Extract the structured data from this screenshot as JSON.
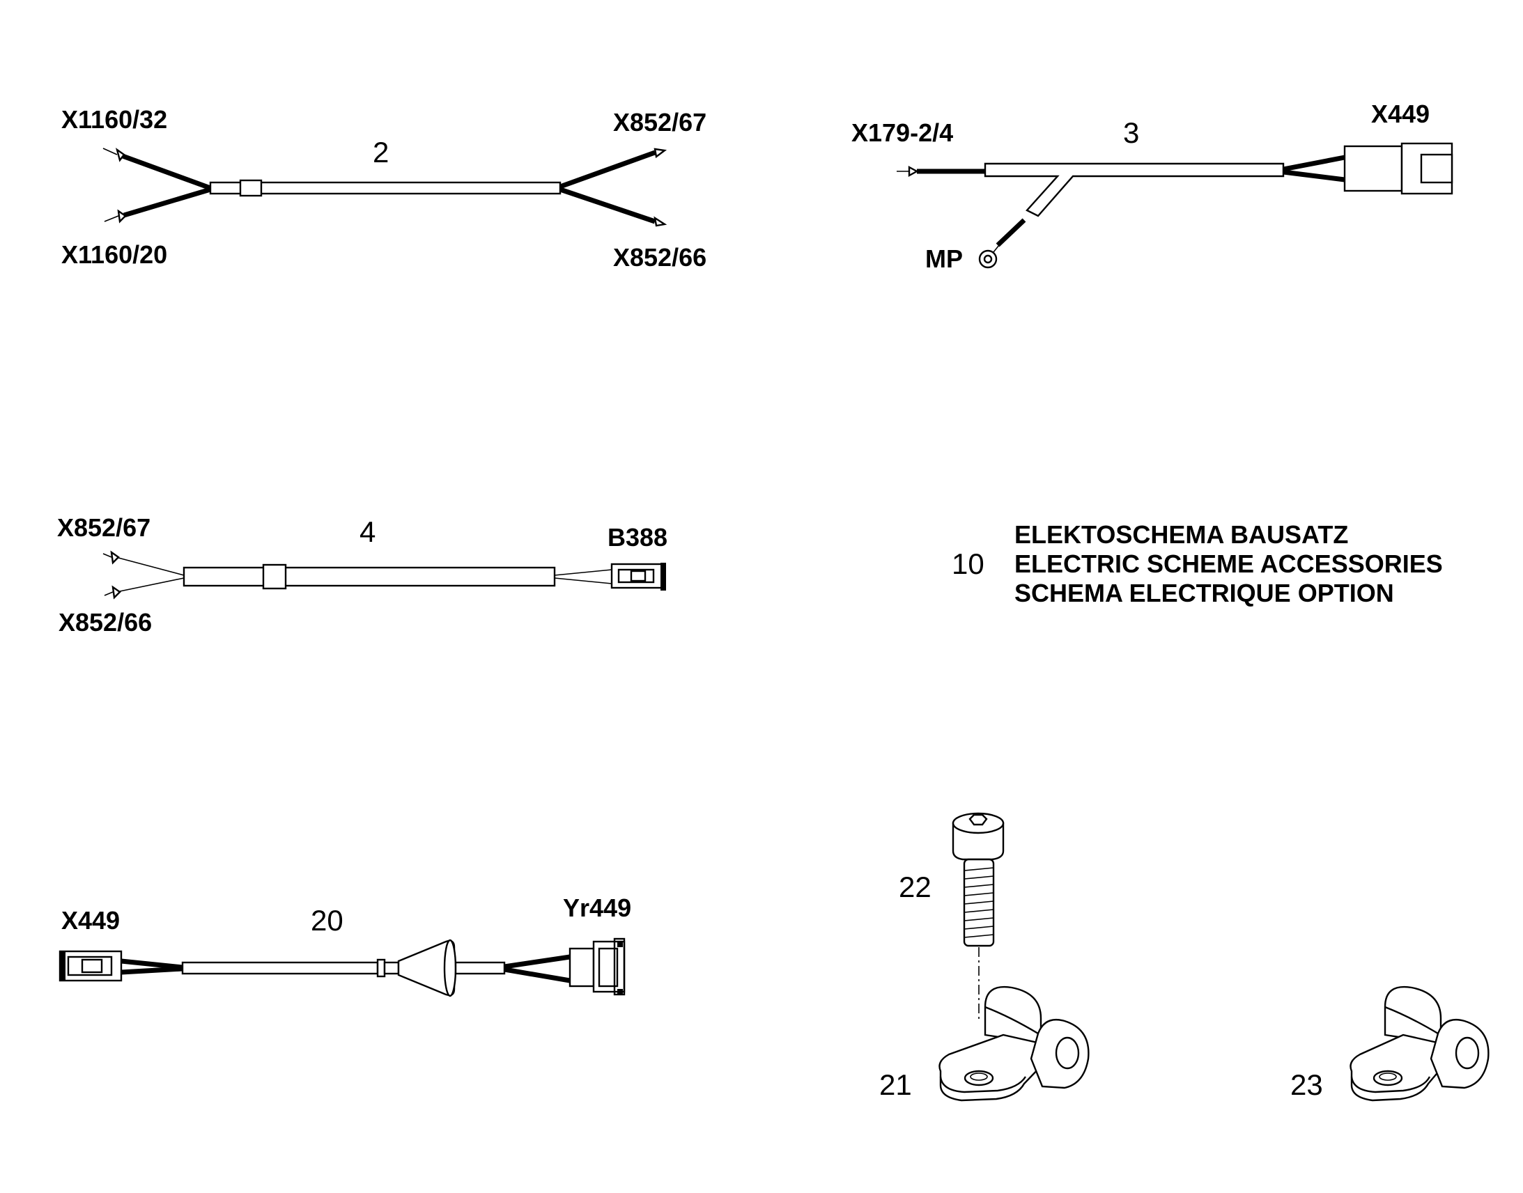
{
  "cables": {
    "cable_2": {
      "number": "2",
      "left_top": "X1160/32",
      "left_bottom": "X1160/20",
      "right_top": "X852/67",
      "right_bottom": "X852/66"
    },
    "cable_3": {
      "number": "3",
      "left": "X179-2/4",
      "right": "X449",
      "ground": "MP"
    },
    "cable_4": {
      "number": "4",
      "left_top": "X852/67",
      "left_bottom": "X852/66",
      "right": "B388"
    },
    "cable_20": {
      "number": "20",
      "left": "X449",
      "right": "Yr449"
    }
  },
  "title_block": {
    "number": "10",
    "line1": "ELEKTOSCHEMA BAUSATZ",
    "line2": "ELECTRIC SCHEME ACCESSORIES",
    "line3": "SCHEMA ELECTRIQUE OPTION"
  },
  "hardware": {
    "clamp_21": "21",
    "screw_22": "22",
    "clamp_23": "23"
  }
}
